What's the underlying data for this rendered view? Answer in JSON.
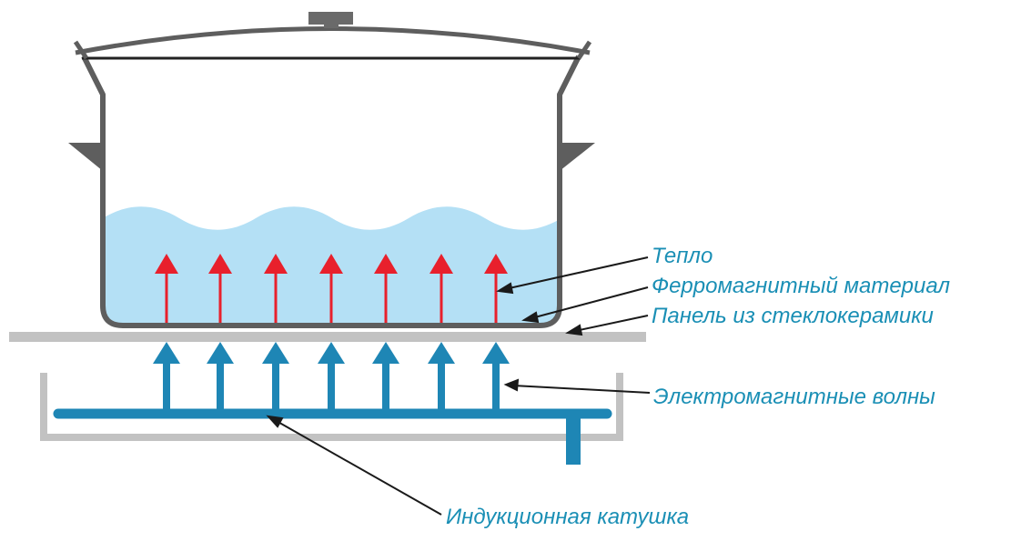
{
  "labels": {
    "heat": "Тепло",
    "ferromagnetic": "Ферромагнитный материал",
    "glass_panel": "Панель из стеклокерамики",
    "em_waves": "Электромагнитные волны",
    "coil": "Индукционная катушка"
  },
  "colors": {
    "text": "#1a8fb5",
    "water": "#b4e0f5",
    "pot_outline": "#5e5e5e",
    "panel": "#c2c2c2",
    "coil": "#1e86b5",
    "em_arrow": "#1e86b5",
    "heat_arrow": "#e8202c",
    "leader": "#1a1a1a"
  },
  "diagram": {
    "heat_arrow_count": 7,
    "em_arrow_count": 7
  }
}
